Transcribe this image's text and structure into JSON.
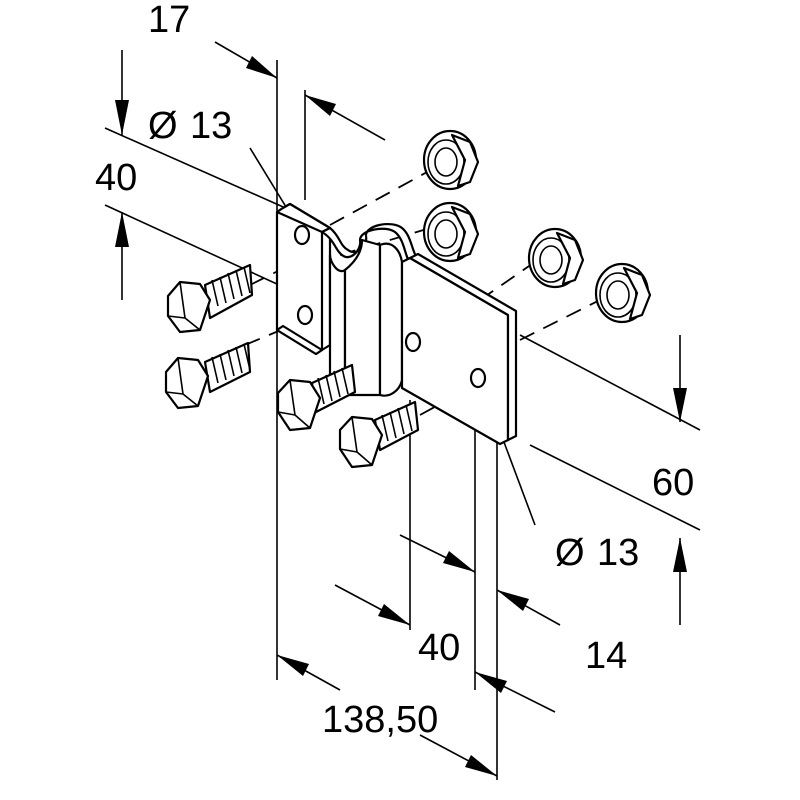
{
  "dimensions": {
    "top_width": "17",
    "hole_top": "13",
    "hole_top_prefix": "Ø",
    "left_spacing": "40",
    "right_height": "60",
    "hole_bottom": "13",
    "hole_bottom_prefix": "Ø",
    "bottom_spacing": "40",
    "bottom_offset": "14",
    "overall_width": "138,50"
  }
}
